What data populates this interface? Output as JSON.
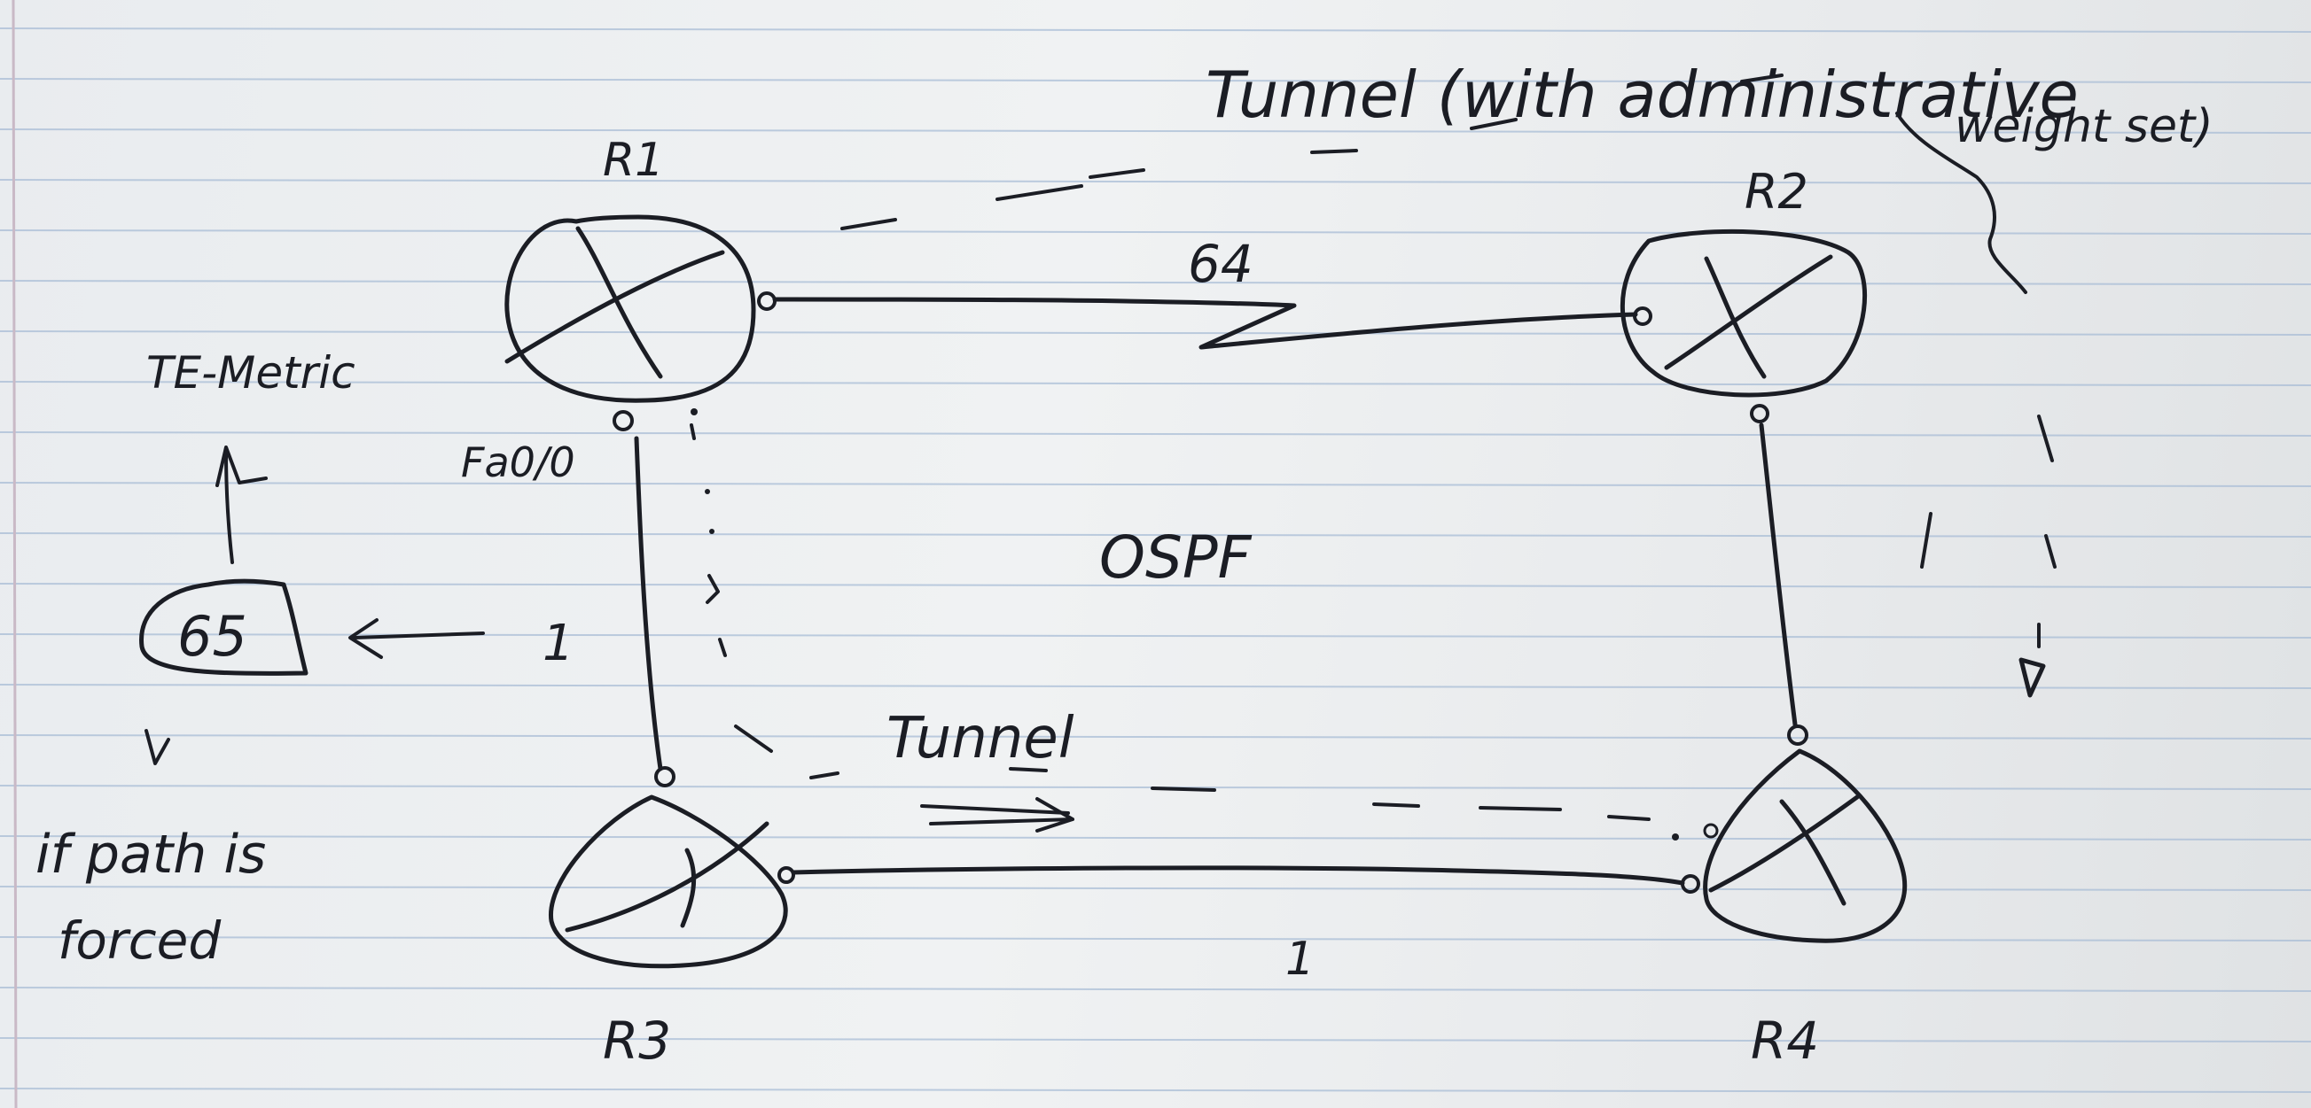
{
  "routers": [
    {
      "id": "r1",
      "label": "R1"
    },
    {
      "id": "r2",
      "label": "R2"
    },
    {
      "id": "r3",
      "label": "R3"
    },
    {
      "id": "r4",
      "label": "R4"
    }
  ],
  "links": [
    {
      "from": "R1",
      "to": "R2",
      "type": "serial",
      "cost": "64"
    },
    {
      "from": "R1",
      "to": "R3",
      "type": "ethernet",
      "interface": "Fa0/0"
    },
    {
      "from": "R2",
      "to": "R4",
      "type": "ethernet"
    },
    {
      "from": "R3",
      "to": "R4",
      "type": "ethernet",
      "cost": "1"
    }
  ],
  "labels": {
    "tunnel_top_line1": "Tunnel (with administrative",
    "tunnel_top_line2": "weight set)",
    "cost_r1_r2": "64",
    "interface_r1": "Fa0/0",
    "protocol": "OSPF",
    "tunnel_bottom": "Tunnel",
    "cost_r3_r4": "1",
    "te_metric": "TE-Metric",
    "te_value": "65",
    "te_input": "1",
    "forced_line1": "if path is",
    "forced_line2": "forced"
  },
  "colors": {
    "ink": "#1b1d24",
    "paper": "#eceef0",
    "rule_blue": "#a9bdd6",
    "margin_line": "#c9b9c6"
  }
}
